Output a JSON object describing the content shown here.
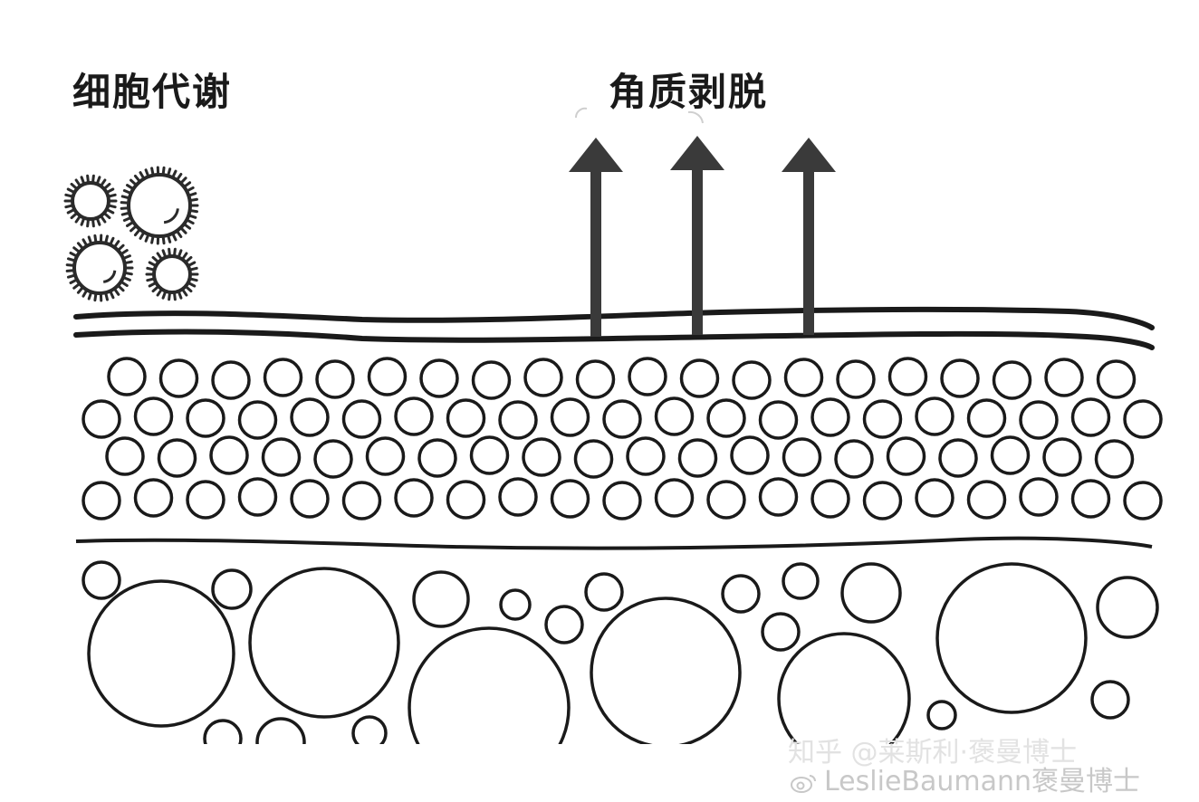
{
  "labels": {
    "metabolism": "细胞代谢",
    "exfoliation": "角质剥脱"
  },
  "watermarks": {
    "zhihu": "知乎 @莱斯利·褒曼博士",
    "weibo": "LeslieBaumann褒曼博士"
  },
  "colors": {
    "stroke": "#1a1a1a",
    "arrow": "#3a3a3a",
    "background": "#ffffff"
  },
  "icons": [
    "germ-icon",
    "arrow-up-icon"
  ]
}
